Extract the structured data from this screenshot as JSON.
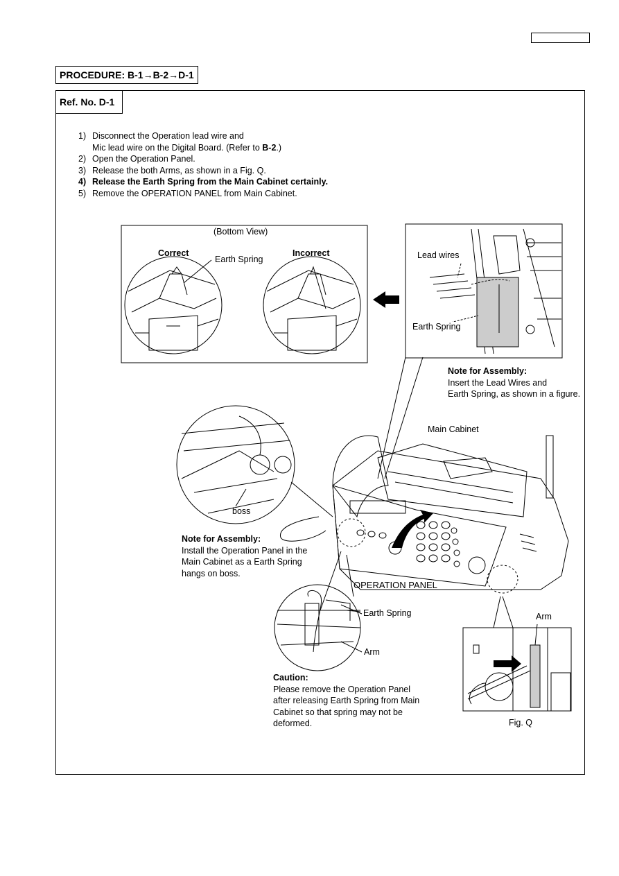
{
  "header": {
    "procedure": "PROCEDURE: B-1→B-2→D-1",
    "ref_no": "Ref. No. D-1"
  },
  "steps": [
    {
      "num": "1)",
      "text": "Disconnect the Operation lead wire and",
      "cont_pre": "Mic lead wire on the Digital Board. (Refer to ",
      "cont_ref": "B-2",
      "cont_post": ".)"
    },
    {
      "num": "2)",
      "text": "Open the Operation Panel."
    },
    {
      "num": "3)",
      "text": "Release the both Arms, as shown in a Fig. Q."
    },
    {
      "num": "4)",
      "text": "Release the Earth Spring from the Main Cabinet certainly."
    },
    {
      "num": "5)",
      "text": "Remove the OPERATION PANEL from Main Cabinet."
    }
  ],
  "bottom_view": {
    "title": "(Bottom View)",
    "correct": "Correct",
    "incorrect": "Incorrect",
    "earth_spring": "Earth Spring"
  },
  "lead_wires_view": {
    "lead_wires": "Lead wires",
    "earth_spring": "Earth Spring"
  },
  "note_assembly_1": {
    "title": "Note for Assembly:",
    "lines": [
      "Insert the Lead Wires and",
      "Earth Spring, as shown in a figure."
    ]
  },
  "main_cabinet": "Main Cabinet",
  "boss_label": "boss",
  "note_assembly_2": {
    "title": "Note for Assembly:",
    "lines": [
      "Install the Operation Panel in the",
      "Main Cabinet as a Earth Spring",
      "hangs on boss."
    ]
  },
  "operation_panel": "OPERATION PANEL",
  "detail_spring": {
    "earth_spring": "Earth Spring",
    "arm": "Arm"
  },
  "caution": {
    "title": "Caution:",
    "lines": [
      "Please remove the Operation Panel",
      "after releasing Earth Spring from Main",
      "Cabinet so that spring may not be",
      "deformed."
    ]
  },
  "fig_q": {
    "arm": "Arm",
    "caption": "Fig. Q"
  }
}
